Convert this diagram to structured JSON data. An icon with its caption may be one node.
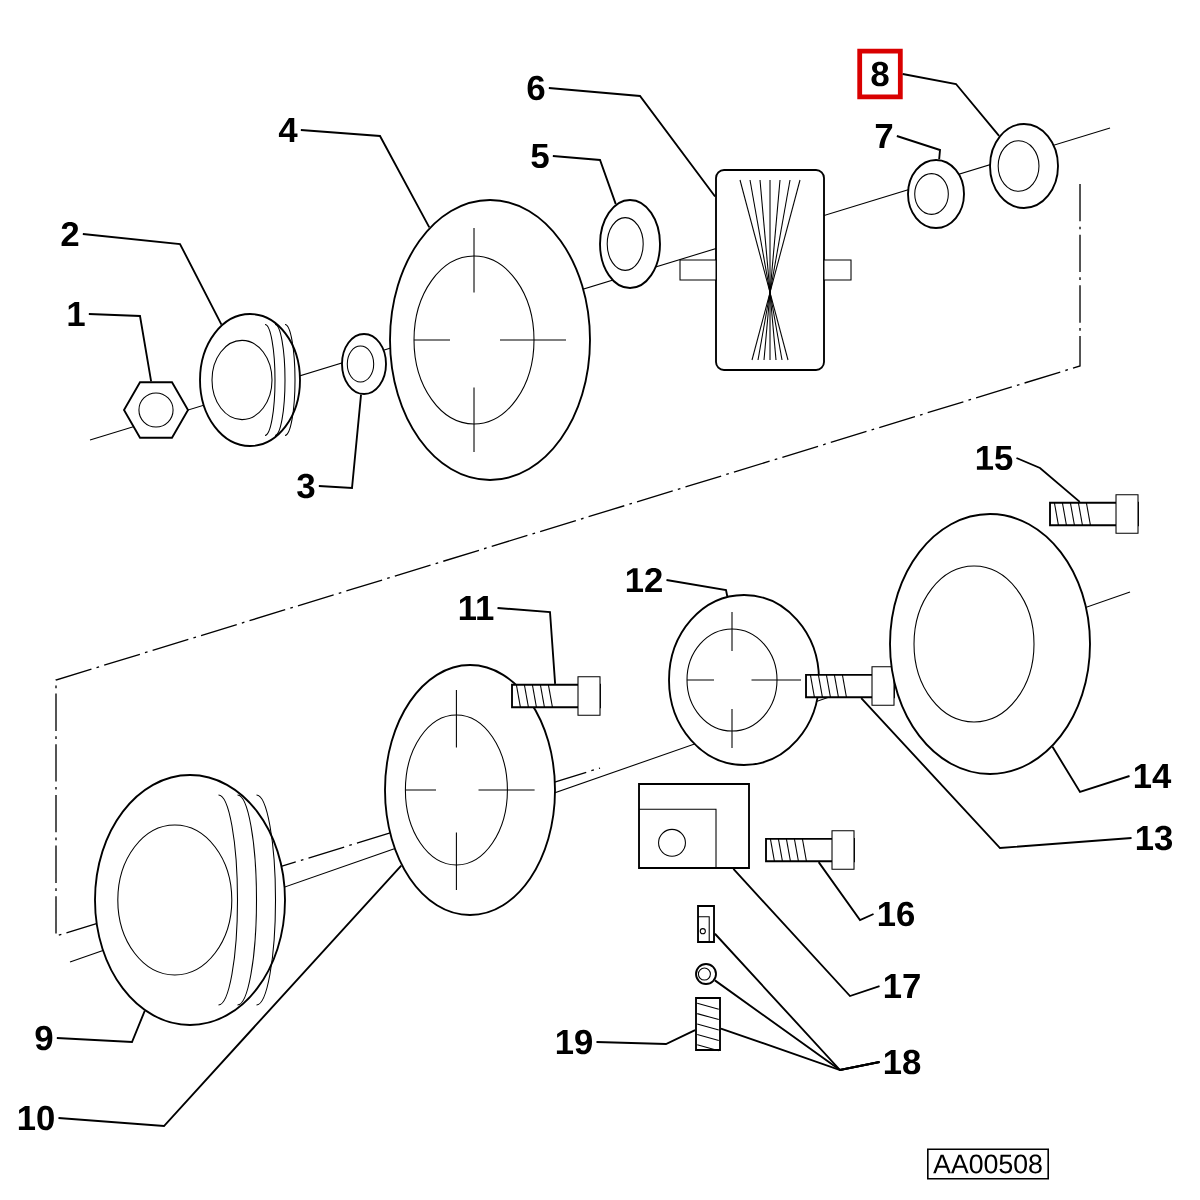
{
  "diagram": {
    "nodes": [
      {
        "text": [
          "1"
        ]
      },
      {
        "text": [
          "2"
        ]
      },
      {
        "text": [
          "3"
        ]
      },
      {
        "text": [
          "4"
        ]
      },
      {
        "text": [
          "5"
        ]
      },
      {
        "text": [
          "6"
        ]
      },
      {
        "text": [
          "7"
        ]
      },
      {
        "text": [
          "8"
        ]
      },
      {
        "text": [
          "9"
        ]
      },
      {
        "text": [
          "10"
        ]
      },
      {
        "text": [
          "11"
        ]
      },
      {
        "text": [
          "12"
        ]
      },
      {
        "text": [
          "13"
        ]
      },
      {
        "text": [
          "14"
        ]
      },
      {
        "text": [
          "15"
        ]
      },
      {
        "text": [
          "16"
        ]
      },
      {
        "text": [
          "17"
        ]
      },
      {
        "text": [
          "18"
        ]
      },
      {
        "text": [
          "19"
        ]
      },
      {
        "text": [
          "AA00508"
        ]
      },
      {
        "text": [],
        "shape": "picture"
      },
      {
        "text": [],
        "shape": "picture"
      },
      {
        "text": [],
        "shape": "picture"
      },
      {
        "text": [],
        "shape": "picture"
      },
      {
        "text": [],
        "shape": "picture"
      },
      {
        "text": [],
        "shape": "picture"
      },
      {
        "text": [],
        "shape": "picture"
      },
      {
        "text": [],
        "shape": "picture"
      },
      {
        "text": [],
        "shape": "picture"
      },
      {
        "text": [],
        "shape": "picture"
      },
      {
        "text": [],
        "shape": "picture"
      },
      {
        "text": [],
        "shape": "picture"
      },
      {
        "text": [],
        "shape": "picture"
      },
      {
        "text": [],
        "shape": "picture"
      },
      {
        "text": [],
        "shape": "picture"
      },
      {
        "text": [],
        "shape": "picture"
      },
      {
        "text": [],
        "shape": "picture"
      },
      {
        "text": [],
        "shape": "picture"
      },
      {
        "text": [],
        "shape": "picture"
      },
      {
        "text": [],
        "shape": "picture"
      }
    ],
    "edges": [
      {
        "from": 0,
        "to": 20,
        "arrow": "none"
      },
      {
        "from": 1,
        "to": 21,
        "arrow": "none"
      },
      {
        "from": 2,
        "to": 22,
        "arrow": "none"
      },
      {
        "from": 3,
        "to": 23,
        "arrow": "none"
      },
      {
        "from": 4,
        "to": 24,
        "arrow": "none"
      },
      {
        "from": 5,
        "to": 25,
        "arrow": "none"
      },
      {
        "from": 6,
        "to": 26,
        "arrow": "none"
      },
      {
        "from": 7,
        "to": 27,
        "arrow": "none"
      },
      {
        "from": 8,
        "to": 28,
        "arrow": "none"
      },
      {
        "from": 9,
        "to": 29,
        "arrow": "none"
      },
      {
        "from": 10,
        "to": 30,
        "arrow": "none"
      },
      {
        "from": 11,
        "to": 31,
        "arrow": "none"
      },
      {
        "from": 12,
        "to": 32,
        "arrow": "none"
      },
      {
        "from": 13,
        "to": 33,
        "arrow": "none"
      },
      {
        "from": 14,
        "to": 34,
        "arrow": "none"
      },
      {
        "from": 15,
        "to": 35,
        "arrow": "none"
      },
      {
        "from": 16,
        "to": 36,
        "arrow": "none"
      },
      {
        "from": 17,
        "to": 37,
        "arrow": "none"
      },
      {
        "from": 17,
        "to": 38,
        "arrow": "none"
      },
      {
        "from": 17,
        "to": 39,
        "arrow": "none"
      },
      {
        "from": 18,
        "to": 39,
        "arrow": "none"
      }
    ]
  }
}
